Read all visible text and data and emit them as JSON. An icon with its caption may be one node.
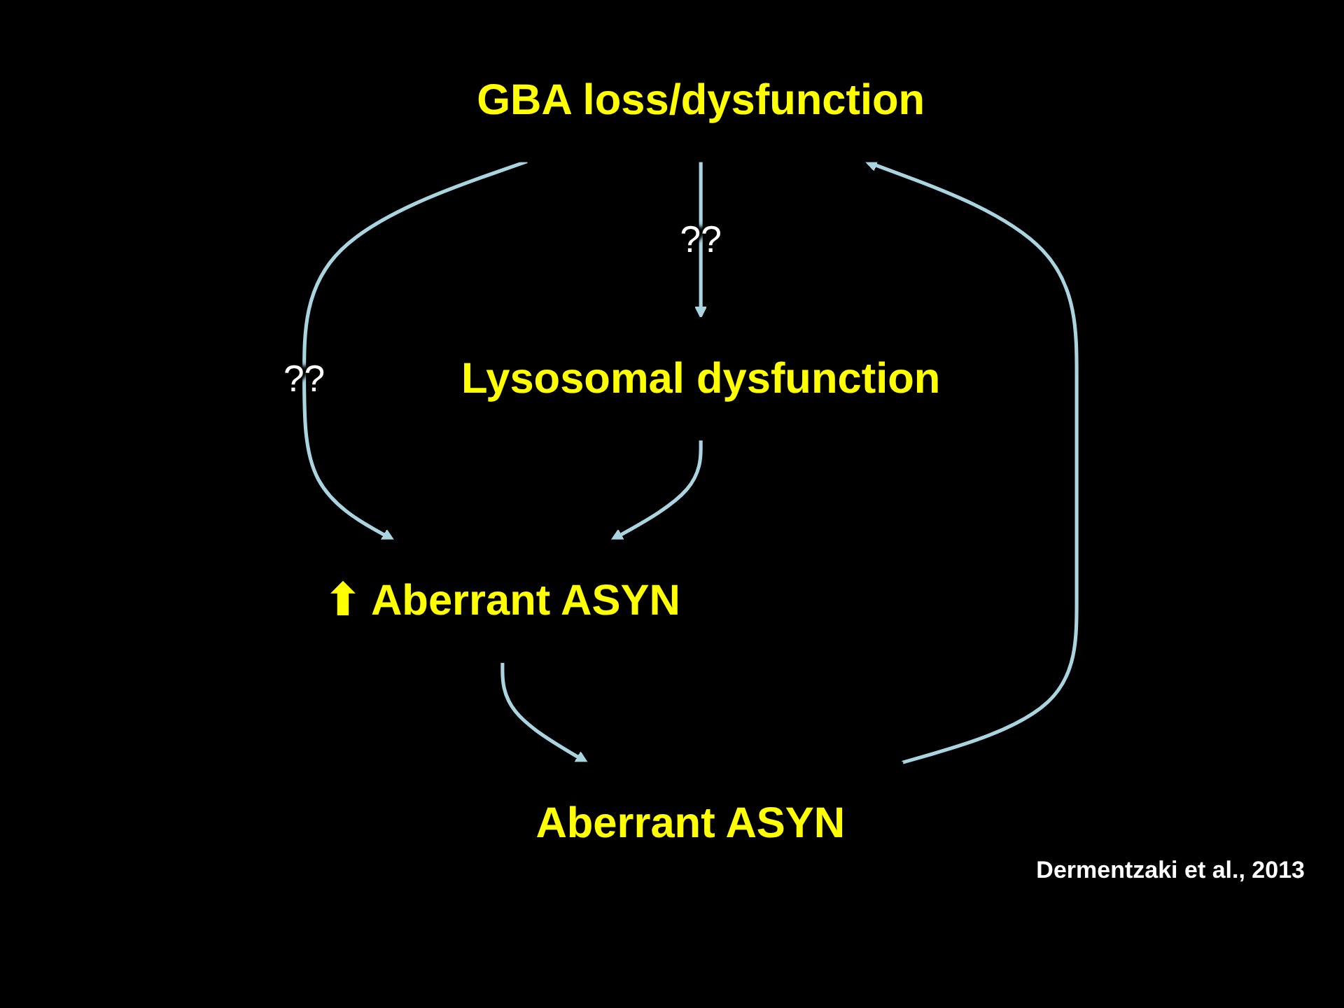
{
  "diagram": {
    "nodes": [
      {
        "text": [
          "GBA loss/dysfunction"
        ]
      },
      {
        "text": [
          "Aberrant ASYN"
        ]
      },
      {
        "text": [
          "Lysosomal dysfunction"
        ]
      },
      {
        "text": [
          "⬆ Aberrant ASYN"
        ]
      }
    ],
    "edges": [
      {
        "from": 1,
        "to": 0,
        "arrow": "to"
      },
      {
        "from": 0,
        "to": 3,
        "arrow": "to",
        "label": "??"
      },
      {
        "from": 0,
        "to": 2,
        "arrow": "to",
        "label": "??"
      },
      {
        "from": 2,
        "to": 3,
        "arrow": "to"
      },
      {
        "from": 3,
        "to": 1,
        "arrow": "to"
      }
    ],
    "labels": [
      "Dermentzaki et al., 2013"
    ]
  }
}
